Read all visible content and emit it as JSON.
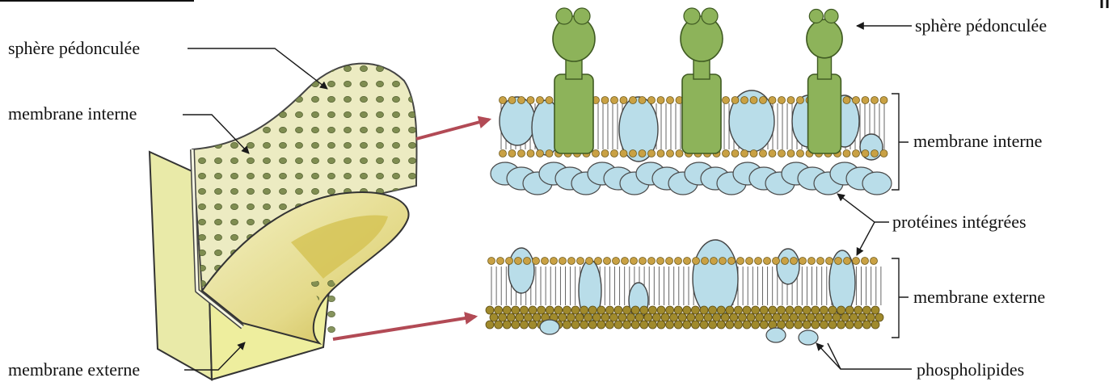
{
  "diagram": {
    "labels": {
      "left_sphere": "sphère pédonculée",
      "left_internal": "membrane interne",
      "left_external": "membrane externe",
      "right_sphere": "sphère pédonculée",
      "right_internal": "membrane interne",
      "right_proteins": "protéines intégrées",
      "right_external": "membrane externe",
      "right_phospholipids": "phospholipides"
    },
    "colors": {
      "membrane_fill": "#eef0b8",
      "fold_inner": "#d8c657",
      "dot": "#79884b",
      "atp_synthase": "#8db35a",
      "protein": "#b9dde9",
      "lipid_head_top": "#c9a144",
      "lipid_head_bottom": "#a08a2c",
      "arrow": "#b24a55"
    }
  }
}
